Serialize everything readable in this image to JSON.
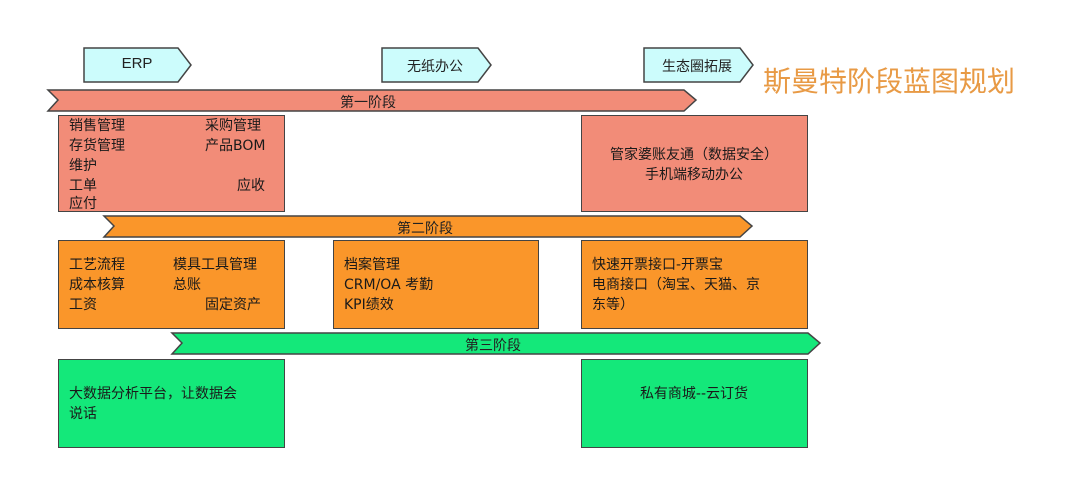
{
  "title": "斯曼特阶段蓝图规划",
  "milestones": [
    "ERP",
    "无纸办公",
    "生态圈拓展"
  ],
  "phases": [
    "第一阶段",
    "第二阶段",
    "第三阶段"
  ],
  "phase1": {
    "erp": [
      "销售管理",
      "采购管理",
      "存货管理",
      "产品BOM",
      "维护",
      "工单",
      "应收",
      "应付"
    ],
    "right": [
      "管家婆账友通（数据安全）",
      "手机端移动办公"
    ]
  },
  "phase2": {
    "left": [
      "工艺流程",
      "模具工具管理",
      "成本核算",
      "总账",
      "工资",
      "固定资产"
    ],
    "middle": [
      "档案管理",
      "CRM/OA 考勤",
      "KPI绩效"
    ],
    "right": [
      "快速开票接口-开票宝",
      "电商接口（淘宝、天猫、京",
      "东等）"
    ]
  },
  "phase3": {
    "left": [
      "大数据分析平台，让数据会",
      "说话"
    ],
    "right": [
      "私有商城--云订货"
    ]
  },
  "colors": {
    "milestone": "#ccfcfc",
    "phase1": "#f28c78",
    "phase2": "#fa962a",
    "phase3": "#14e87a",
    "title": "#e89a45"
  }
}
